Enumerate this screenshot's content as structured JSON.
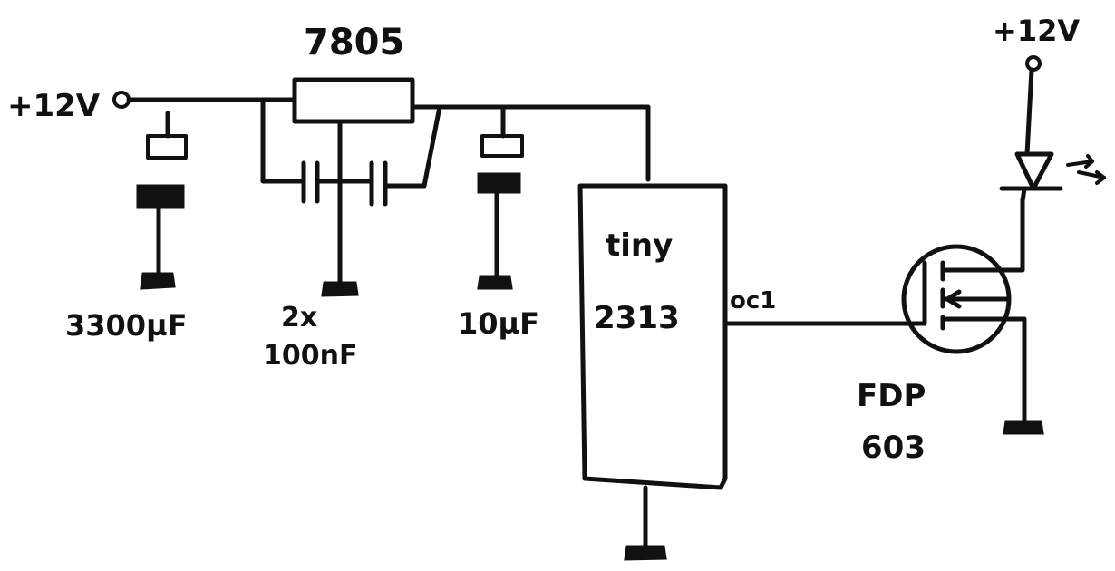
{
  "labels": {
    "vin_left": "+12V",
    "vin_right": "+12V",
    "regulator": "7805",
    "cap_bulk": "3300µF",
    "cap_bypass_line1": "2x",
    "cap_bypass_line2": "100nF",
    "cap_out": "10µF",
    "mcu_line1": "tiny",
    "mcu_line2": "2313",
    "mcu_pin": "oc1",
    "mosfet_line1": "FDP",
    "mosfet_line2": "603"
  }
}
